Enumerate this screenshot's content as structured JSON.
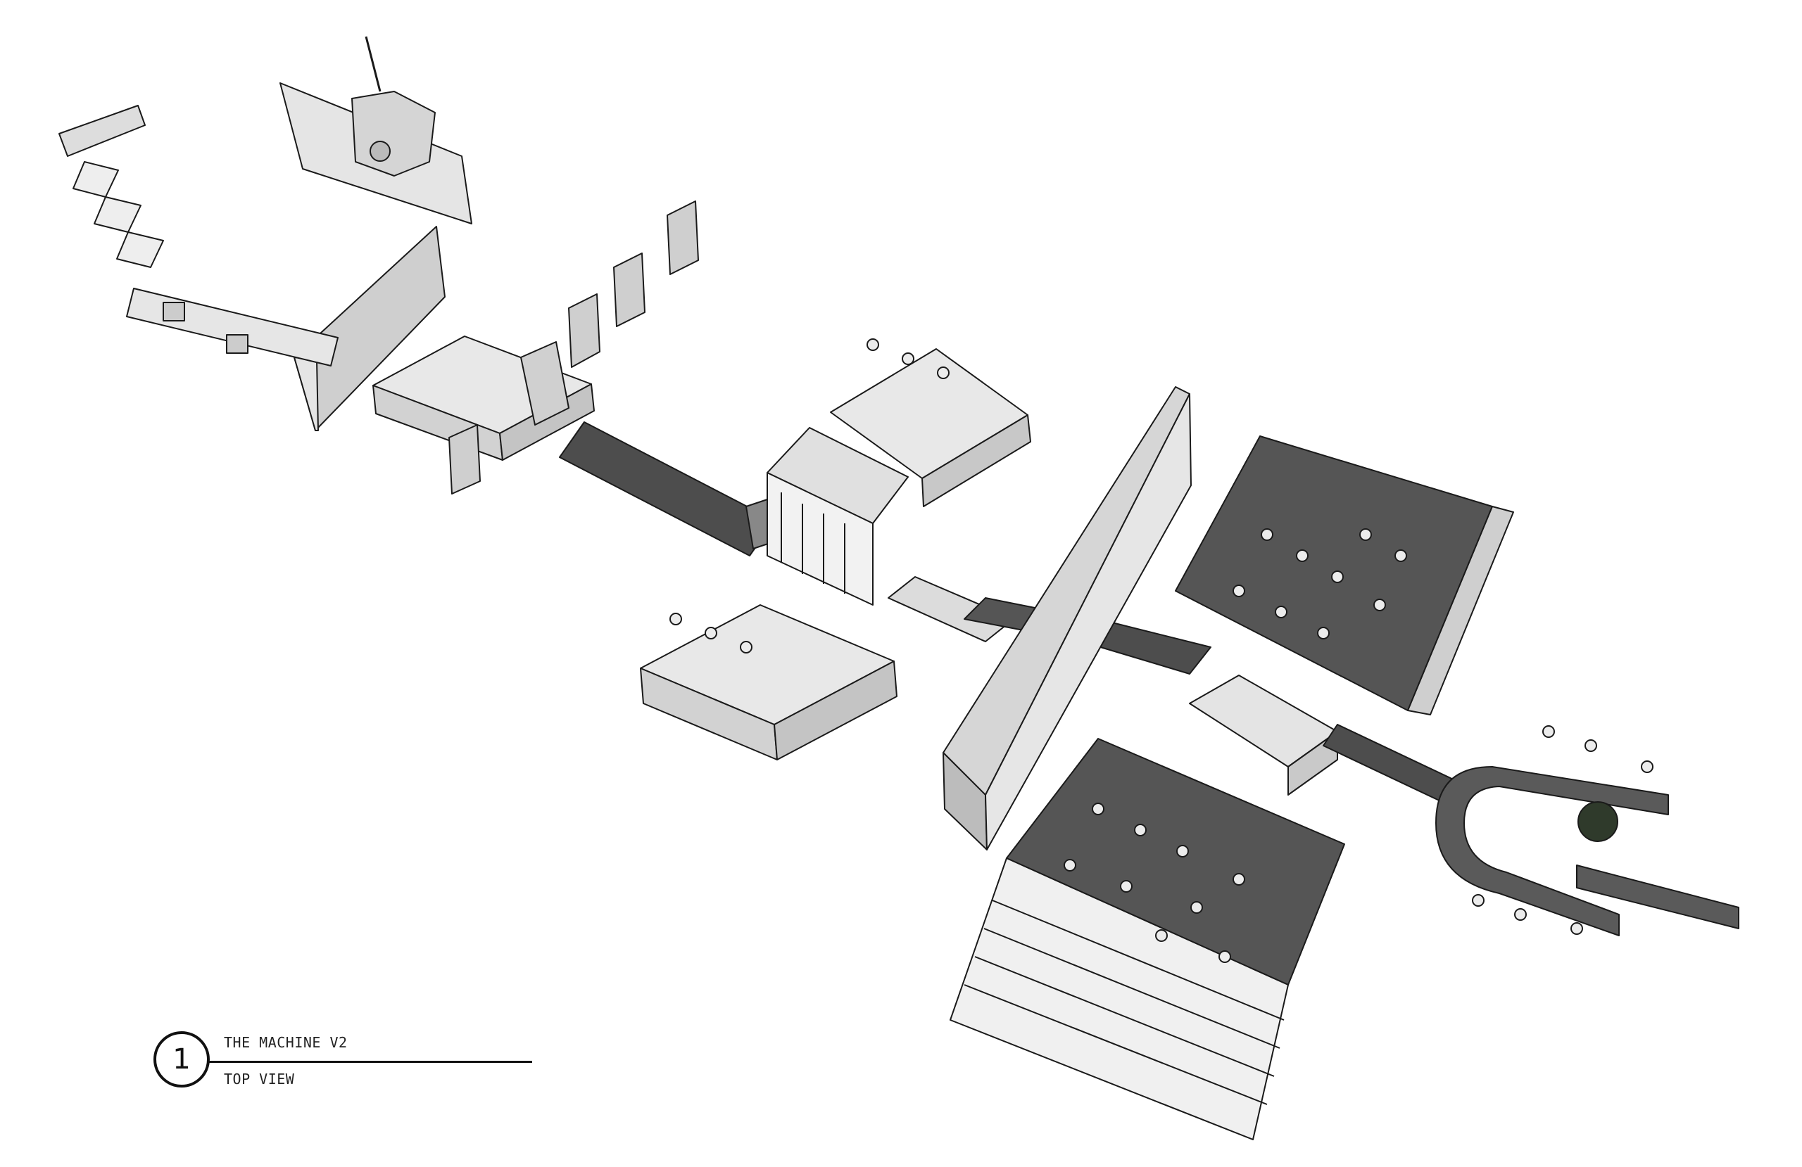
{
  "title_block": {
    "number": "1",
    "title": "THE MACHINE V2",
    "subtitle": "TOP VIEW"
  },
  "colors": {
    "platform_light": "#e6e6e6",
    "platform_side": "#cfcfcf",
    "floor_dark": "#555555",
    "conveyor": "#4d4d4d",
    "wall": "#d9d9d9",
    "outline": "#1a1a1a",
    "figure": "#ececec"
  }
}
